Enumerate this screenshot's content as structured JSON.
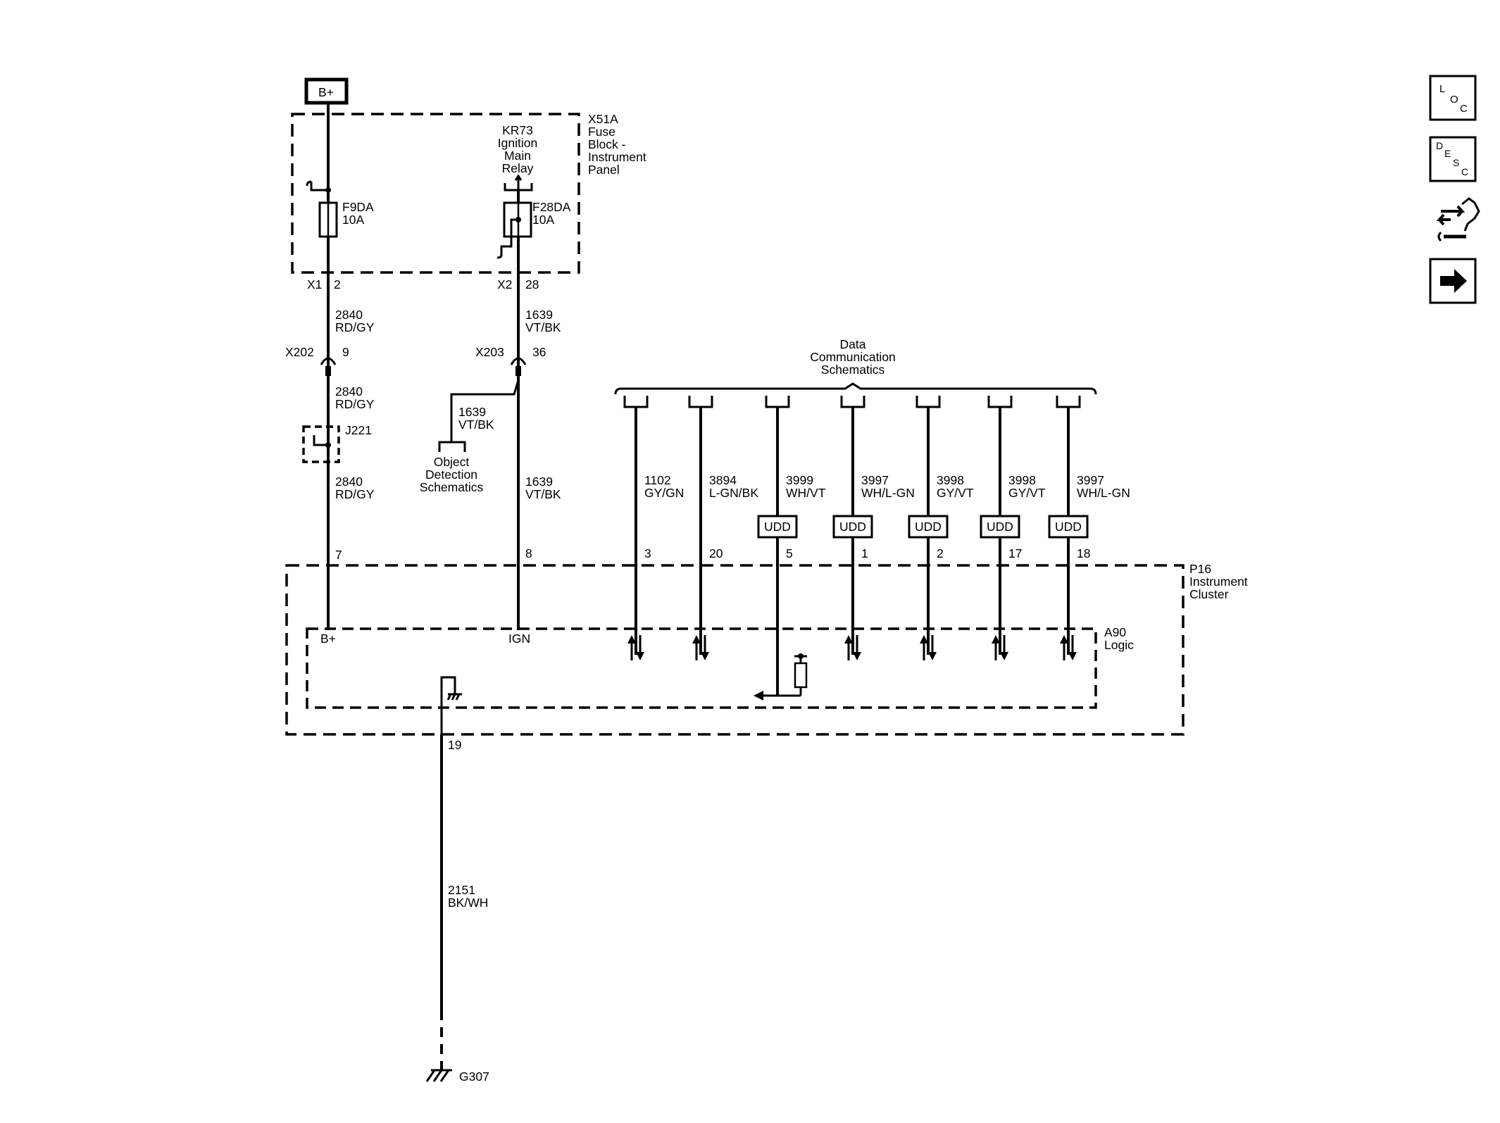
{
  "power": {
    "label": "B+"
  },
  "fuse_block": {
    "name": [
      "X51A",
      "Fuse",
      "Block -",
      "Instrument",
      "Panel"
    ],
    "relay": [
      "KR73",
      "Ignition",
      "Main",
      "Relay"
    ],
    "fuse1": [
      "F9DA",
      "10A"
    ],
    "fuse2": [
      "F28DA",
      "10A"
    ],
    "x1": "X1",
    "x1_pin": "2",
    "x2": "X2",
    "x2_pin": "28"
  },
  "left_branch": {
    "wire1": [
      "2840",
      "RD/GY"
    ],
    "conn": "X202",
    "conn_pin": "9",
    "wire2": [
      "2840",
      "RD/GY"
    ],
    "splice": "J221",
    "wire3": [
      "2840",
      "RD/GY"
    ],
    "cluster_pin": "7",
    "cluster_label": "B+"
  },
  "mid_branch": {
    "wire1": [
      "1639",
      "VT/BK"
    ],
    "conn": "X203",
    "conn_pin": "36",
    "side_wire": [
      "1639",
      "VT/BK"
    ],
    "side_ref": [
      "Object",
      "Detection",
      "Schematics"
    ],
    "wire2": [
      "1639",
      "VT/BK"
    ],
    "cluster_pin": "8",
    "cluster_label": "IGN"
  },
  "data_comm": {
    "title": [
      "Data",
      "Communication",
      "Schematics"
    ],
    "circuits": [
      {
        "wire": [
          "1102",
          "GY/GN"
        ],
        "udd": "",
        "pin": "3"
      },
      {
        "wire": [
          "3894",
          "L-GN/BK"
        ],
        "udd": "",
        "pin": "20"
      },
      {
        "wire": [
          "3999",
          "WH/VT"
        ],
        "udd": "UDD",
        "pin": "5"
      },
      {
        "wire": [
          "3997",
          "WH/L-GN"
        ],
        "udd": "UDD",
        "pin": "1"
      },
      {
        "wire": [
          "3998",
          "GY/VT"
        ],
        "udd": "UDD",
        "pin": "2"
      },
      {
        "wire": [
          "3998",
          "GY/VT"
        ],
        "udd": "UDD",
        "pin": "17"
      },
      {
        "wire": [
          "3997",
          "WH/L-GN"
        ],
        "udd": "UDD",
        "pin": "18"
      }
    ]
  },
  "cluster": {
    "name": [
      "P16",
      "Instrument",
      "Cluster"
    ],
    "logic": [
      "A90",
      "Logic"
    ]
  },
  "ground": {
    "pin": "19",
    "wire": [
      "2151",
      "BK/WH"
    ],
    "label": "G307"
  },
  "nav": {
    "loc": [
      "L",
      "O",
      "C"
    ],
    "desc": [
      "D",
      "E",
      "S",
      "C"
    ]
  }
}
